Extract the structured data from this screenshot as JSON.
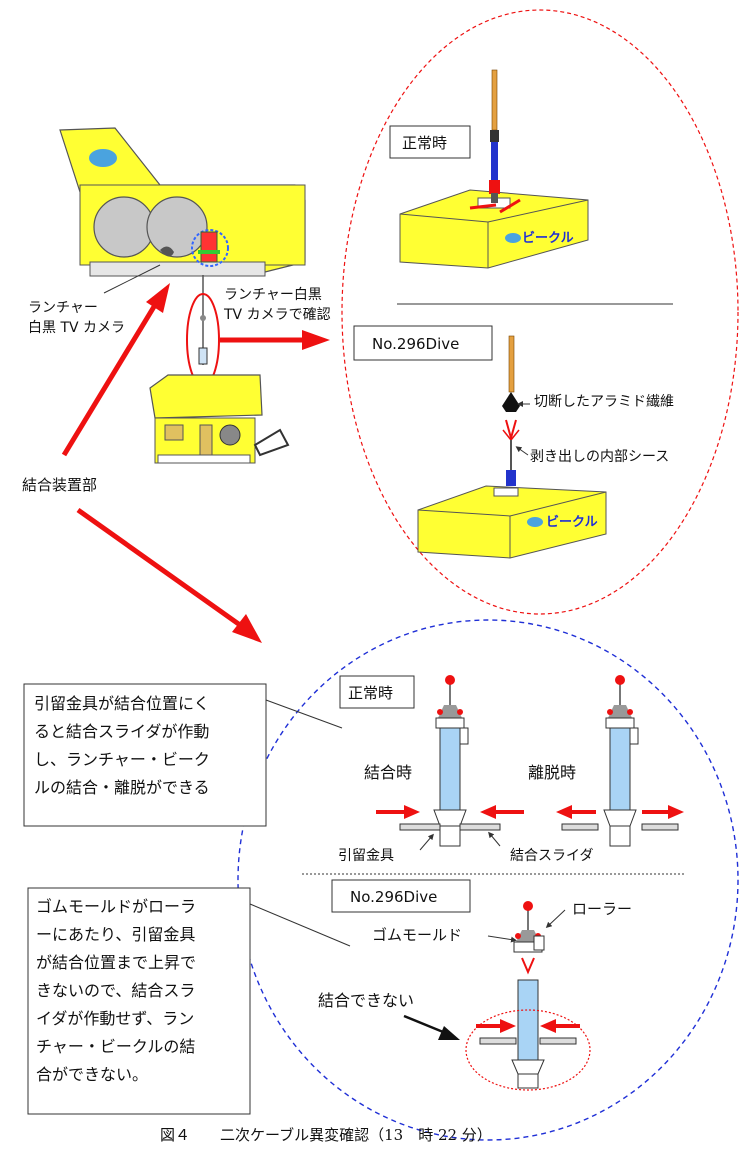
{
  "labels": {
    "launcher_camera_line1": "ランチャー",
    "launcher_camera_line2": "白黒 TV カメラ",
    "confirm_line1": "ランチャー白黒",
    "confirm_line2": "TV カメラで確認",
    "coupling_device": "結合装置部",
    "normal_top": "正常時",
    "dive_top": "No.296Dive",
    "vehicle_text": "ビークル",
    "cut_fiber": "切断したアラミド繊維",
    "exposed_sheath": "剥き出しの内部シース",
    "normal_bottom": "正常時",
    "coupled": "結合時",
    "released": "離脱時",
    "retainer": "引留金具",
    "slider": "結合スライダ",
    "dive_bottom": "No.296Dive",
    "roller": "ローラー",
    "rubber_mold": "ゴムモールド",
    "cannot_couple": "結合できない"
  },
  "note_top": {
    "lines": [
      "引留金具が結合位置にく",
      "ると結合スライダが作動",
      "し、ランチャー・ビーク",
      "ルの結合・離脱ができる"
    ]
  },
  "note_bottom": {
    "lines": [
      "ゴムモールドがローラ",
      "ーにあたり、引留金具",
      "が結合位置まで上昇で",
      "きないので、結合スラ",
      "イダが作動せず、ラン",
      "チャー・ビークルの結",
      "合ができない。"
    ]
  },
  "caption": "図４　　二次ケーブル異変確認（13　時 22 分）",
  "colors": {
    "yellow": "#ffff33",
    "red": "#ee1111",
    "blue": "#1f2fd6",
    "pipe": "#a9d4f5"
  }
}
